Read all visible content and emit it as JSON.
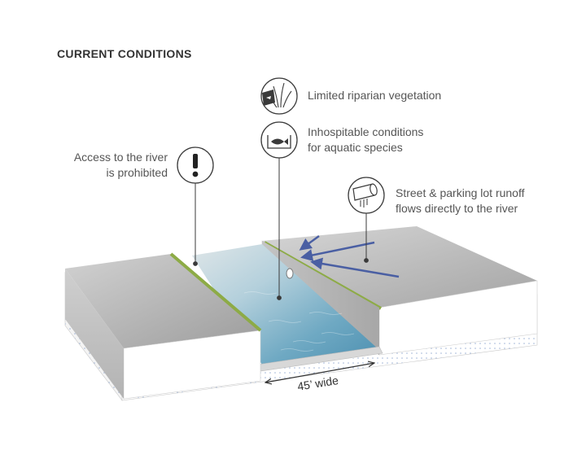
{
  "title": "CURRENT CONDITIONS",
  "annotations": [
    {
      "id": "vegetation",
      "icon": "grass-plant-icon",
      "lines": [
        "Limited riparian vegetation"
      ]
    },
    {
      "id": "aquatic",
      "icon": "fish-icon",
      "lines": [
        "Inhospitable conditions",
        "for aquatic species"
      ]
    },
    {
      "id": "access",
      "icon": "exclamation-icon",
      "lines": [
        "Access to the river",
        "is prohibited"
      ]
    },
    {
      "id": "runoff",
      "icon": "drain-pipe-icon",
      "lines": [
        "Street & parking lot runoff",
        "flows directly to the river"
      ]
    }
  ],
  "dimension": {
    "label": "45’ wide"
  },
  "colors": {
    "surface": "#bdbdbd",
    "wall": "#f2f2f2",
    "water": "#5e9fbc",
    "vegetation_strip": "#8dab46",
    "arrow": "#4a5fa3",
    "leader": "#3a3a3a",
    "text": "#555555"
  }
}
